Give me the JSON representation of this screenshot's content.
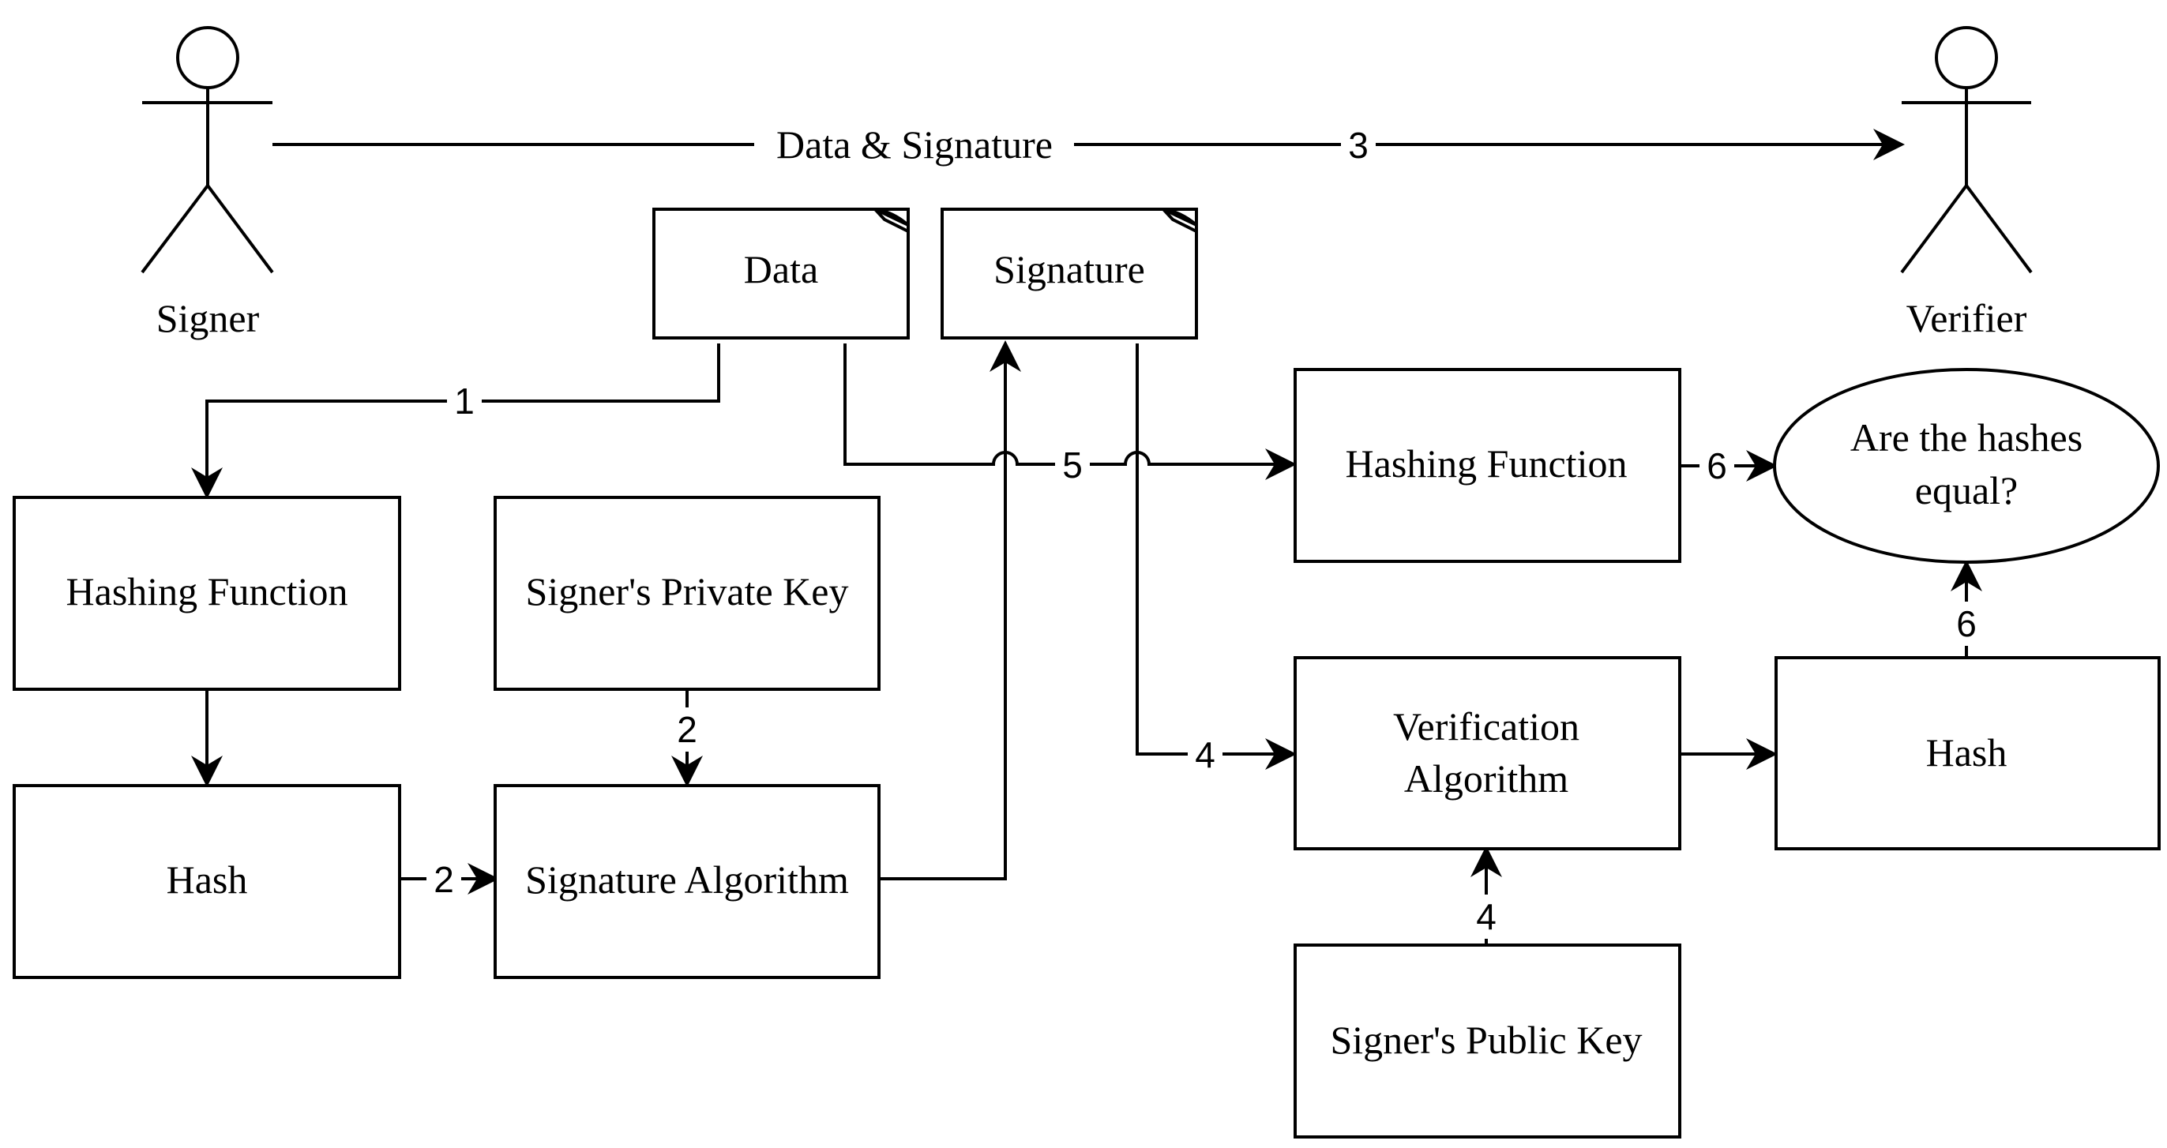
{
  "actors": {
    "signer": "Signer",
    "verifier": "Verifier"
  },
  "documents": {
    "data": "Data",
    "signature": "Signature"
  },
  "signer_side": {
    "hashing_function": "Hashing Function",
    "hash": "Hash",
    "private_key": "Signer's Private Key",
    "signature_algorithm": "Signature Algorithm"
  },
  "verifier_side": {
    "hashing_function": "Hashing Function",
    "verification_algorithm_line1": "Verification",
    "verification_algorithm_line2": "Algorithm",
    "public_key": "Signer's Public Key",
    "hash": "Hash",
    "decision_line1": "Are the hashes",
    "decision_line2": "equal?"
  },
  "edges": {
    "transfer_label": "Data & Signature",
    "step1": "1",
    "step2_hash": "2",
    "step2_key": "2",
    "step3": "3",
    "step4_signature": "4",
    "step4_key": "4",
    "step5": "5",
    "step6_function": "6",
    "step6_hash": "6"
  }
}
